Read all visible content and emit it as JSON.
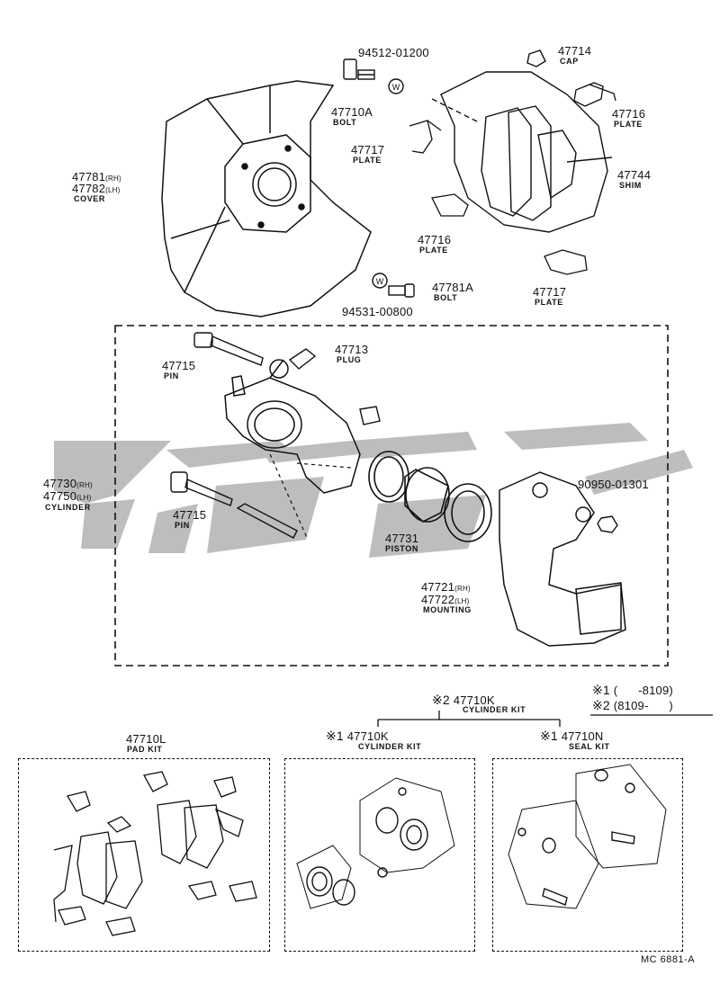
{
  "diagram_code": "MC 6881-A",
  "parts": {
    "bolt_94512": {
      "number": "94512-01200"
    },
    "bolt_47710a": {
      "number": "47710A",
      "name": "BOLT"
    },
    "cap_47714": {
      "number": "47714",
      "name": "CAP"
    },
    "plate_47716_top": {
      "number": "47716",
      "name": "PLATE"
    },
    "plate_47717_left": {
      "number": "47717",
      "name": "PLATE"
    },
    "shim_47744": {
      "number": "47744",
      "name": "SHIM"
    },
    "cover": {
      "number_rh": "47781",
      "side_rh": "(RH)",
      "number_lh": "47782",
      "side_lh": "(LH)",
      "name": "COVER"
    },
    "plate_47716_mid": {
      "number": "47716",
      "name": "PLATE"
    },
    "bolt_47781a": {
      "number": "47781A",
      "name": "BOLT"
    },
    "bolt_94531": {
      "number": "94531-00800"
    },
    "plate_47717_right": {
      "number": "47717",
      "name": "PLATE"
    },
    "pin_47715_top": {
      "number": "47715",
      "name": "PIN"
    },
    "plug_47713": {
      "number": "47713",
      "name": "PLUG"
    },
    "cylinder": {
      "number_rh": "47730",
      "side_rh": "(RH)",
      "number_lh": "47750",
      "side_lh": "(LH)",
      "name": "CYLINDER"
    },
    "pin_47715_bottom": {
      "number": "47715",
      "name": "PIN"
    },
    "piston_47731": {
      "number": "47731",
      "name": "PISTON"
    },
    "nut_90950": {
      "number": "90950-01301"
    },
    "mounting": {
      "number_rh": "47721",
      "side_rh": "(RH)",
      "number_lh": "47722",
      "side_lh": "(LH)",
      "name": "MOUNTING"
    }
  },
  "legend": {
    "row1": {
      "mark": "※1",
      "range": "(      -8109)"
    },
    "row2": {
      "mark": "※2",
      "range": "(8109-      )"
    }
  },
  "kits": {
    "cylinder_kit_top": {
      "mark": "※2",
      "number": "47710K",
      "name": "CYLINDER KIT"
    },
    "pad_kit": {
      "mark": "",
      "number": "47710L",
      "name": "PAD KIT"
    },
    "cylinder_kit": {
      "mark": "※1",
      "number": "47710K",
      "name": "CYLINDER KIT"
    },
    "seal_kit": {
      "mark": "※1",
      "number": "47710N",
      "name": "SEAL KIT"
    }
  },
  "washer_mark": "W",
  "colors": {
    "ink": "#111111",
    "watermark": "#9a9a9a"
  }
}
